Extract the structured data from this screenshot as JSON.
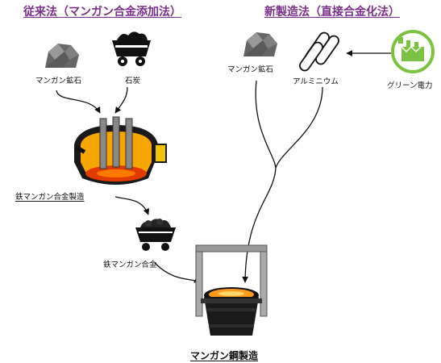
{
  "headings": {
    "conventional": "従来法（マンガン合金添加法）",
    "new_method": "新製造法（直接合金化法）"
  },
  "labels": {
    "manganese_ore_left": "マンガン鉱石",
    "coal": "石炭",
    "ferromanganese_production": "鉄マンガン合金製造",
    "ferromanganese_alloy": "鉄マンガン合金",
    "manganese_ore_right": "マンガン鉱石",
    "aluminum": "アルミニウム",
    "green_power": "グリーン電力",
    "manganese_steel_production": "マンガン鋼製造"
  },
  "colors": {
    "heading": "#7b2d8b",
    "green": "#7cc242",
    "molten": "#ff8a00"
  },
  "icons": [
    "ore-rock-icon",
    "coal-cart-icon",
    "furnace-icon",
    "alloy-cart-icon",
    "aluminum-rolls-icon",
    "green-power-icon",
    "ladle-icon"
  ]
}
